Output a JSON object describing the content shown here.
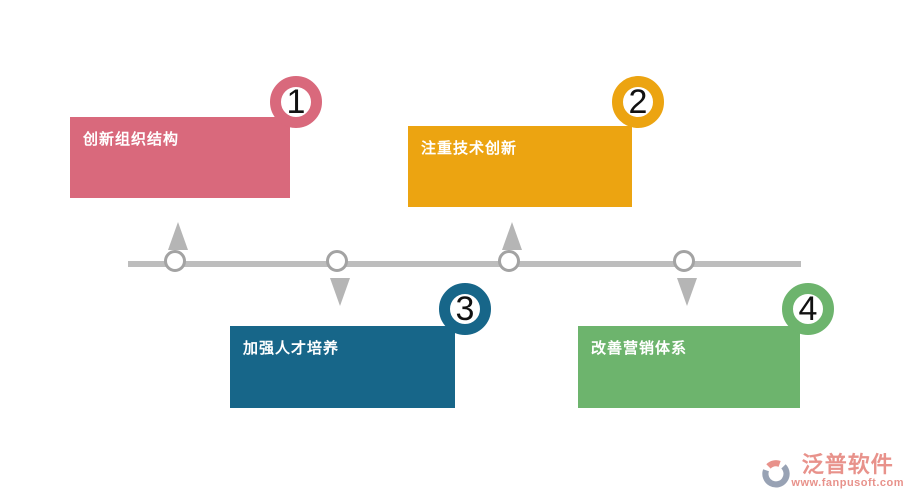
{
  "canvas": {
    "background": "#ffffff"
  },
  "diagram": {
    "items": [
      {
        "number": "1",
        "label": "创新组织结构",
        "color": "#d9697c",
        "position": "top"
      },
      {
        "number": "2",
        "label": "注重技术创新",
        "color": "#eca411",
        "position": "top"
      },
      {
        "number": "3",
        "label": "加强人才培养",
        "color": "#176689",
        "position": "bottom"
      },
      {
        "number": "4",
        "label": "改善营销体系",
        "color": "#6db46d",
        "position": "bottom"
      }
    ],
    "label_color": "#ffffff",
    "number_color": "#111111",
    "timeline": {
      "line_color": "#bdbdbd",
      "node_fill": "#ffffff",
      "node_border_color": "#a3a3a3",
      "arrow_color": "#b5b5b5"
    }
  },
  "watermark": {
    "brand": "泛普软件",
    "url": "www.fanpusoft.com",
    "brand_color": "#e8928b",
    "url_color": "#e8928b",
    "logo_swoosh_color": "#98a2b4",
    "logo_leaf_color": "#e8928b"
  }
}
